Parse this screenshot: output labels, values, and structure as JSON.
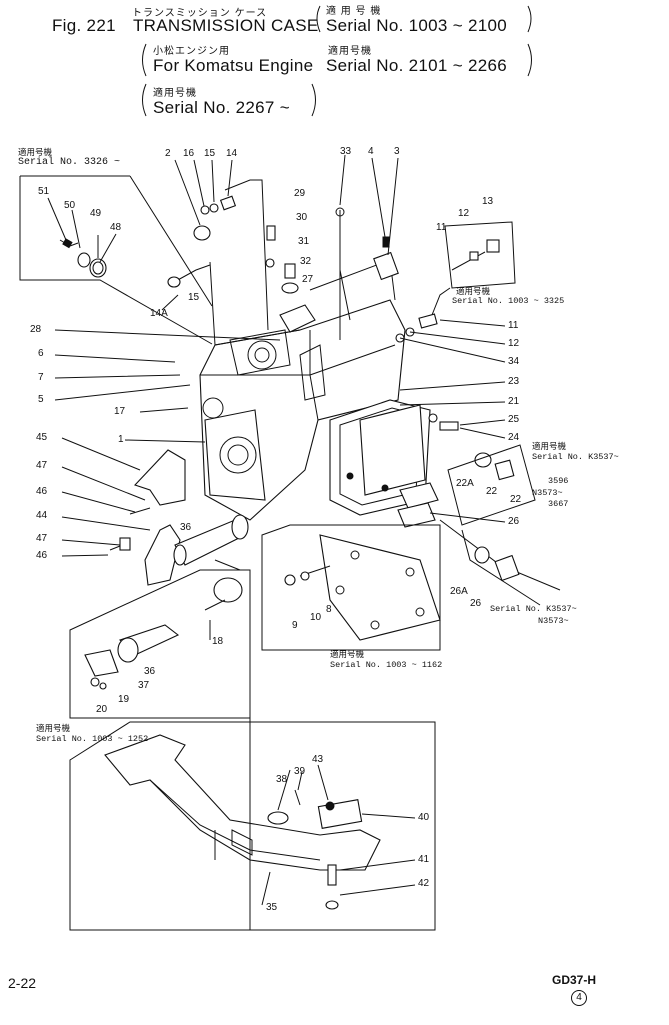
{
  "header": {
    "figure_label": "Fig. 221",
    "jp_title": "トランスミッション ケース",
    "title_en": "TRANSMISSION CASE",
    "applicable_jp": "適 用 号 機",
    "serial_1": "Serial No. 1003 ~ 2100",
    "komatsu_jp": "小松エンジン用",
    "komatsu_en": "For Komatsu Engine",
    "applicable_jp_2": "適用号機",
    "serial_2": "Serial No. 2101 ~ 2266",
    "applicable_jp_3": "適用号機",
    "serial_3": "Serial No. 2267 ~"
  },
  "notes": {
    "n1_jp": "適用号機",
    "n1_serial": "Serial No. 3326 ~",
    "n2_jp": "適用号機",
    "n2_serial": "Serial No. 1003 ~ 3325",
    "n3_jp": "適用号機",
    "n3_serial": "Serial No. K3537~",
    "n3_serial_b": "3596",
    "n3_serial_c": "N3573~",
    "n3_serial_d": "3667",
    "n4_serial": "Serial No. K3537~",
    "n4_serial_b": "N3573~",
    "n5_jp": "適用号機",
    "n5_serial": "Serial No. 1003 ~ 1162",
    "n6_jp": "適用号機",
    "n6_serial": "Serial No. 1003 ~ 1252"
  },
  "parts": {
    "p51": "51",
    "p50": "50",
    "p49": "49",
    "p48": "48",
    "p2": "2",
    "p16": "16",
    "p15a": "15",
    "p14": "14",
    "p29": "29",
    "p30": "30",
    "p31": "31",
    "p32": "32",
    "p27": "27",
    "p33": "33",
    "p4": "4",
    "p3": "3",
    "p11a": "11",
    "p12a": "12",
    "p13": "13",
    "p15b": "15",
    "p14a": "14A",
    "p28": "28",
    "p6": "6",
    "p7": "7",
    "p5": "5",
    "p17": "17",
    "p1": "1",
    "p11b": "11",
    "p12b": "12",
    "p34": "34",
    "p23": "23",
    "p21": "21",
    "p25": "25",
    "p24": "24",
    "p45": "45",
    "p47a": "47",
    "p46a": "46",
    "p44": "44",
    "p47b": "47",
    "p46b": "46",
    "p36a": "36",
    "p22a": "22A",
    "p22b": "22",
    "p22c": "22",
    "p26a": "26",
    "p26b": "26A",
    "p26c": "26",
    "p18": "18",
    "p9": "9",
    "p10": "10",
    "p8": "8",
    "p36b": "36",
    "p37": "37",
    "p19": "19",
    "p20": "20",
    "p38": "38",
    "p39": "39",
    "p43": "43",
    "p40": "40",
    "p41": "41",
    "p42": "42",
    "p35": "35"
  },
  "footer": {
    "page_no": "2-22",
    "model": "GD37-H",
    "circle_no": "4"
  }
}
